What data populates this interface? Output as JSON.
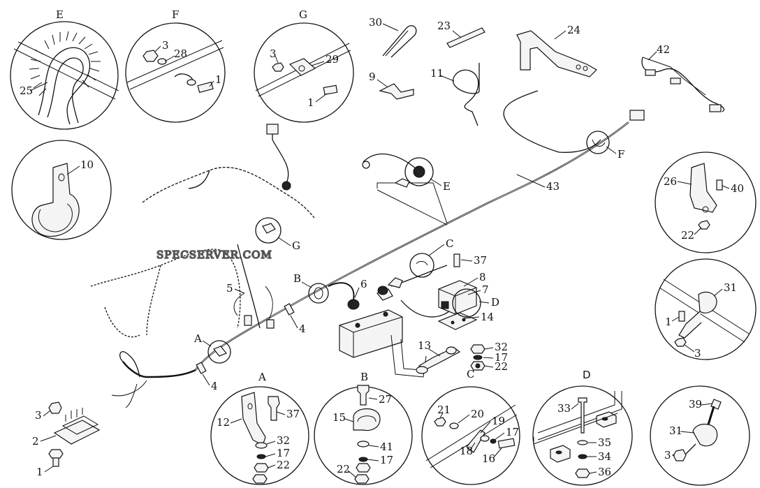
{
  "watermark": "SPECSERVER.COM",
  "views": [
    {
      "id": "E",
      "label": "E"
    },
    {
      "id": "F",
      "label": "F"
    },
    {
      "id": "G",
      "label": "G"
    },
    {
      "id": "A",
      "label": "A"
    },
    {
      "id": "B",
      "label": "B"
    },
    {
      "id": "D",
      "label": "D"
    }
  ],
  "callouts": {
    "E_25": "25",
    "F_3": "3",
    "F_28": "28",
    "F_1": "1",
    "G_3": "3",
    "G_29": "29",
    "G_1": "1",
    "c30": "30",
    "c23": "23",
    "c24": "24",
    "c42": "42",
    "c9": "9",
    "c11": "11",
    "c10": "10",
    "c26": "26",
    "c40": "40",
    "c22a": "22",
    "c43": "43",
    "markF": "F",
    "markE": "E",
    "markG": "G",
    "markC1": "C",
    "markB1": "B",
    "markA1": "A",
    "markD1": "D",
    "c37a": "37",
    "c8": "8",
    "c7": "7",
    "c6": "6",
    "c14": "14",
    "c5": "5",
    "c4a": "4",
    "c4b": "4",
    "c13": "13",
    "c32a": "32",
    "c17a": "17",
    "c22b": "22",
    "markC2": "C",
    "c31a": "31",
    "c1a": "1",
    "c3a": "3",
    "c3b": "3",
    "c2": "2",
    "c1b": "1",
    "A_12": "12",
    "A_37": "37",
    "A_32": "32",
    "A_17": "17",
    "A_22": "22",
    "B_27": "27",
    "B_15": "15",
    "B_41": "41",
    "B_17": "17",
    "B_22": "22",
    "C_21": "21",
    "C_20": "20",
    "C_19": "19",
    "C_17": "17",
    "C_18": "18",
    "C_16": "16",
    "D_33": "33",
    "D_35": "35",
    "D_34": "34",
    "D_36": "36",
    "c39": "39",
    "c31b": "31",
    "c3c": "3"
  }
}
